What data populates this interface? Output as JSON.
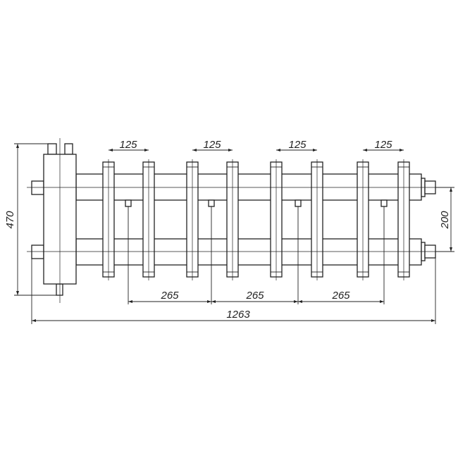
{
  "drawing": {
    "title": "Hydraulic separator manifold drawing",
    "dimensions": {
      "pair_spacing": [
        "125",
        "125",
        "125",
        "125"
      ],
      "sensor_spacing": [
        "265",
        "265",
        "265"
      ],
      "overall_length": "1263",
      "overall_height": "470",
      "bar_spacing": "200"
    }
  }
}
